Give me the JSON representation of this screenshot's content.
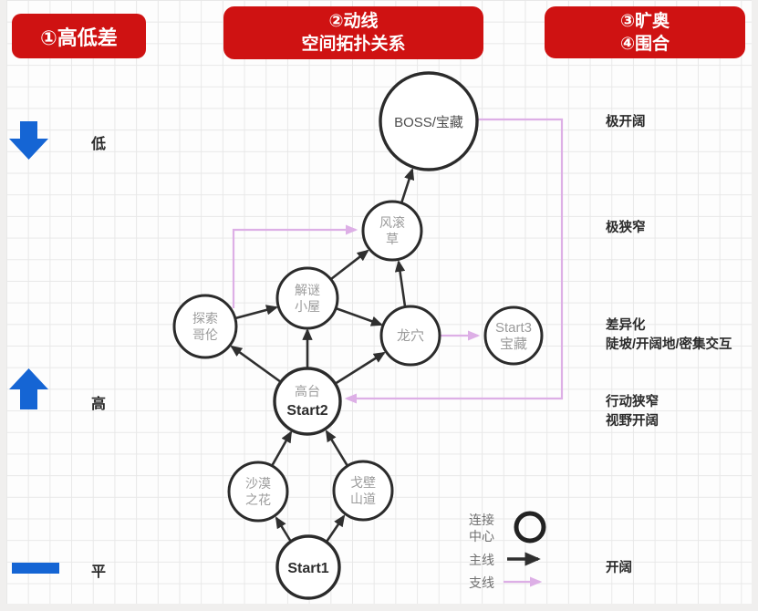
{
  "header": {
    "banners": [
      {
        "line1": "①高低差",
        "line2": ""
      },
      {
        "line1": "②动线",
        "line2": "空间拓扑关系"
      },
      {
        "line1": "③旷奥",
        "line2": "④围合"
      }
    ]
  },
  "left_axis": {
    "items": [
      {
        "icon": "arrow-down",
        "label": "低"
      },
      {
        "icon": "arrow-up",
        "label": "高"
      },
      {
        "icon": "flat-bar",
        "label": "平"
      }
    ]
  },
  "right_labels": [
    {
      "lines": [
        "极开阔"
      ]
    },
    {
      "lines": [
        "极狭窄"
      ]
    },
    {
      "lines": [
        "差异化",
        "陡坡/开阔地/密集交互"
      ]
    },
    {
      "lines": [
        "行动狭窄",
        "视野开阔"
      ]
    },
    {
      "lines": [
        "开阔"
      ]
    }
  ],
  "nodes": {
    "boss": {
      "label": "BOSS/宝藏"
    },
    "tumbleweed": {
      "line1": "风滚",
      "line2": "草"
    },
    "puzzle_hut": {
      "line1": "解谜",
      "line2": "小屋"
    },
    "explore": {
      "line1": "探索",
      "line2": "哥伦"
    },
    "dragon_den": {
      "label": "龙穴"
    },
    "start3": {
      "line1": "Start3",
      "line2": "宝藏"
    },
    "start2": {
      "line1": "高台",
      "line2": "Start2"
    },
    "desert_flower": {
      "line1": "沙漠",
      "line2": "之花"
    },
    "gobi_trail": {
      "line1": "戈壁",
      "line2": "山道"
    },
    "start1": {
      "label": "Start1"
    }
  },
  "legend": {
    "connect_line1": "连接",
    "connect_line2": "中心",
    "mainline_label": "主线",
    "branch_label": "支线"
  },
  "colors": {
    "banner_red": "#cf1212",
    "banner_text": "#ffffff",
    "arrow_blue": "#1565d4",
    "edge_black": "#2f2f2f",
    "edge_branch_pink": "#ddafe6",
    "node_stroke": "#2b2b2b",
    "node_text_grey": "#9b9b9b",
    "node_text_dark": "#2e2e2e",
    "grid_line": "#e8e8e8"
  }
}
